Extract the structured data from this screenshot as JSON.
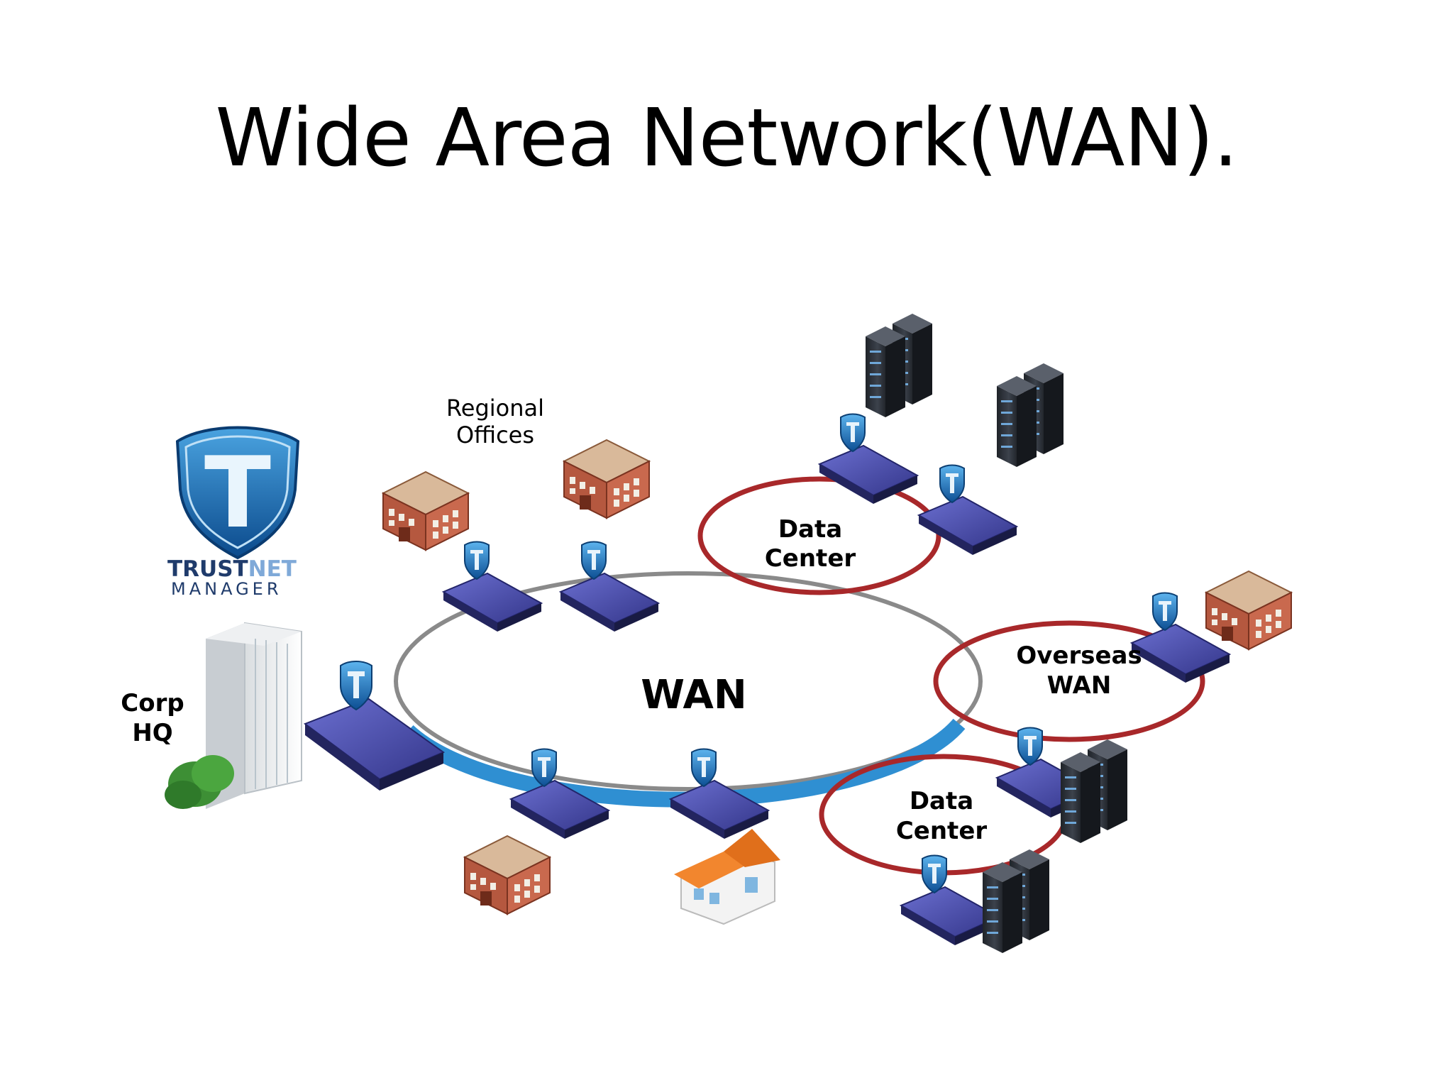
{
  "slide": {
    "title": "Wide Area Network(WAN)."
  },
  "diagram": {
    "labels": {
      "regional_line1": "Regional",
      "regional_line2": "Offices",
      "corp_line1": "Corp",
      "corp_line2": "HQ",
      "wan": "WAN",
      "dc_top_line1": "Data",
      "dc_top_line2": "Center",
      "overseas_line1": "Overseas",
      "overseas_line2": "WAN",
      "dc_bottom_line1": "Data",
      "dc_bottom_line2": "Center"
    },
    "logo": {
      "brand_dark": "TRUST",
      "brand_light": "NET",
      "subtitle": "MANAGER",
      "letter": "T"
    },
    "colors": {
      "ring_blue": "#2f8fd2",
      "ring_gray": "#8a8a8a",
      "ring_red": "#a8282a",
      "device_blue": "#3d3f9e",
      "shield_blue": "#1c6fb6",
      "server_dark": "#2b2f36"
    }
  }
}
